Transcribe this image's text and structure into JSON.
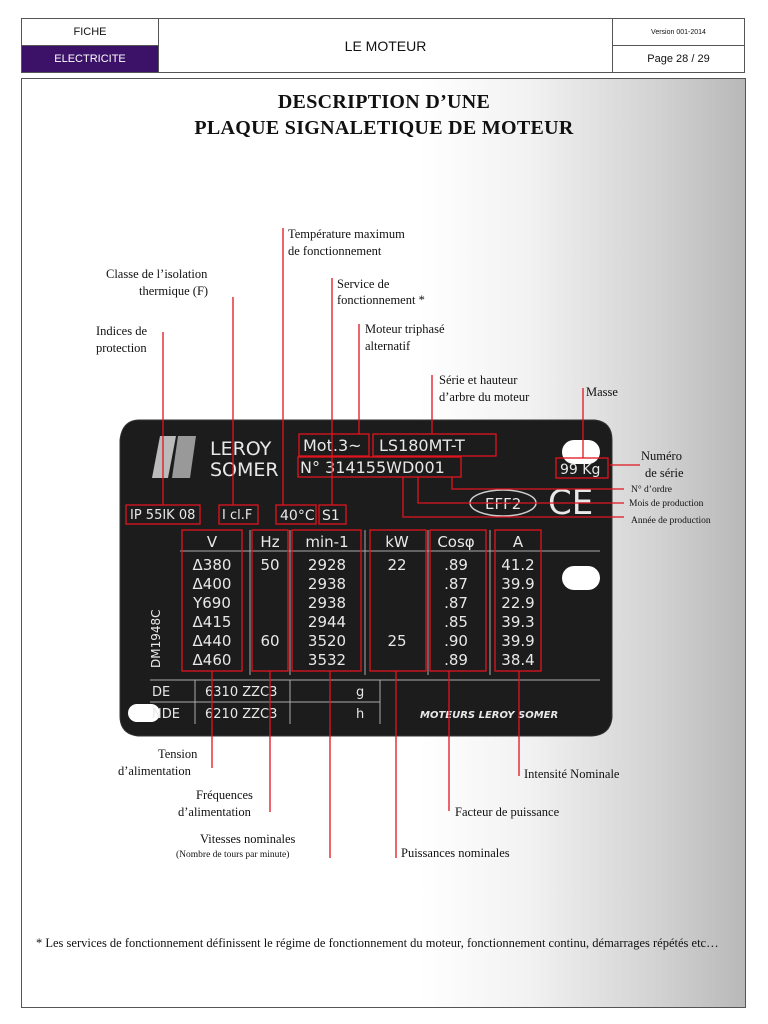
{
  "header": {
    "fiche": "FICHE",
    "category": "ELECTRICITE",
    "title": "LE MOTEUR",
    "version": "Version 001-2014",
    "page": "Page 28 / 29"
  },
  "title": {
    "line1": "DESCRIPTION D’UNE",
    "line2": "PLAQUE SIGNALETIQUE  DE MOTEUR"
  },
  "labels": {
    "temp_1": "Température maximum",
    "temp_2": "de fonctionnement",
    "classe_1": "Classe de l’isolation",
    "classe_2": "thermique (F)",
    "service_1": "Service de",
    "service_2": "fonctionnement *",
    "indices_1": "Indices de",
    "indices_2": "protection",
    "moteur_1": "Moteur triphasé",
    "moteur_2": "alternatif",
    "serie_1": "Série et hauteur",
    "serie_2": "d’arbre du moteur",
    "masse": "Masse",
    "numero_1": "Numéro",
    "numero_2": "de série",
    "ordre": "N° d’ordre",
    "mois": "Mois de production",
    "annee": "Année de production",
    "tension_1": "Tension",
    "tension_2": "d’alimentation",
    "freq_1": "Fréquences",
    "freq_2": "d’alimentation",
    "vitesses_1": "Vitesses nominales",
    "vitesses_2": "(Nombre de tours par minute)",
    "puissances": "Puissances nominales",
    "facteur": "Facteur de puissance",
    "intensite": "Intensité Nominale"
  },
  "plate": {
    "brand_1": "LEROY",
    "brand_2": "SOMER",
    "mot": "Mot.3~",
    "series": "LS180MT-T",
    "serial": "N° 314155WD001",
    "mass": "99 Kg",
    "ip": "IP 55IK 08",
    "insulation": "I cl.F",
    "temp": "40°C",
    "service": "S1",
    "eff": "EFF2",
    "ce": "CE",
    "side_code": "DM1948C",
    "headers": [
      "V",
      "Hz",
      "min-1",
      "kW",
      "Cosφ",
      "A"
    ],
    "rows": [
      {
        "v": "Δ380",
        "hz": "50",
        "rpm": "2928",
        "kw": "22",
        "cos": ".89",
        "a": "41.2"
      },
      {
        "v": "Δ400",
        "hz": "",
        "rpm": "2938",
        "kw": "",
        "cos": ".87",
        "a": "39.9"
      },
      {
        "v": "Y690",
        "hz": "",
        "rpm": "2938",
        "kw": "",
        "cos": ".87",
        "a": "22.9"
      },
      {
        "v": "Δ415",
        "hz": "",
        "rpm": "2944",
        "kw": "",
        "cos": ".85",
        "a": "39.3"
      },
      {
        "v": "Δ440",
        "hz": "60",
        "rpm": "3520",
        "kw": "25",
        "cos": ".90",
        "a": "39.9"
      },
      {
        "v": "Δ460",
        "hz": "",
        "rpm": "3532",
        "kw": "",
        "cos": ".89",
        "a": "38.4"
      }
    ],
    "de_label": "DE",
    "de_value": "6310 ZZC3",
    "nde_label": "NDE",
    "nde_value": "6210 ZZC3",
    "g": "g",
    "h": "h",
    "maker": "MOTEURS LEROY SOMER"
  },
  "footnote": "* Les services de fonctionnement définissent le régime de fonctionnement du moteur, fonctionnement continu, démarrages répétés etc…",
  "colors": {
    "annotation": "#e0141e",
    "plate": "#1c1c1c",
    "header_band": "#3b1268"
  }
}
